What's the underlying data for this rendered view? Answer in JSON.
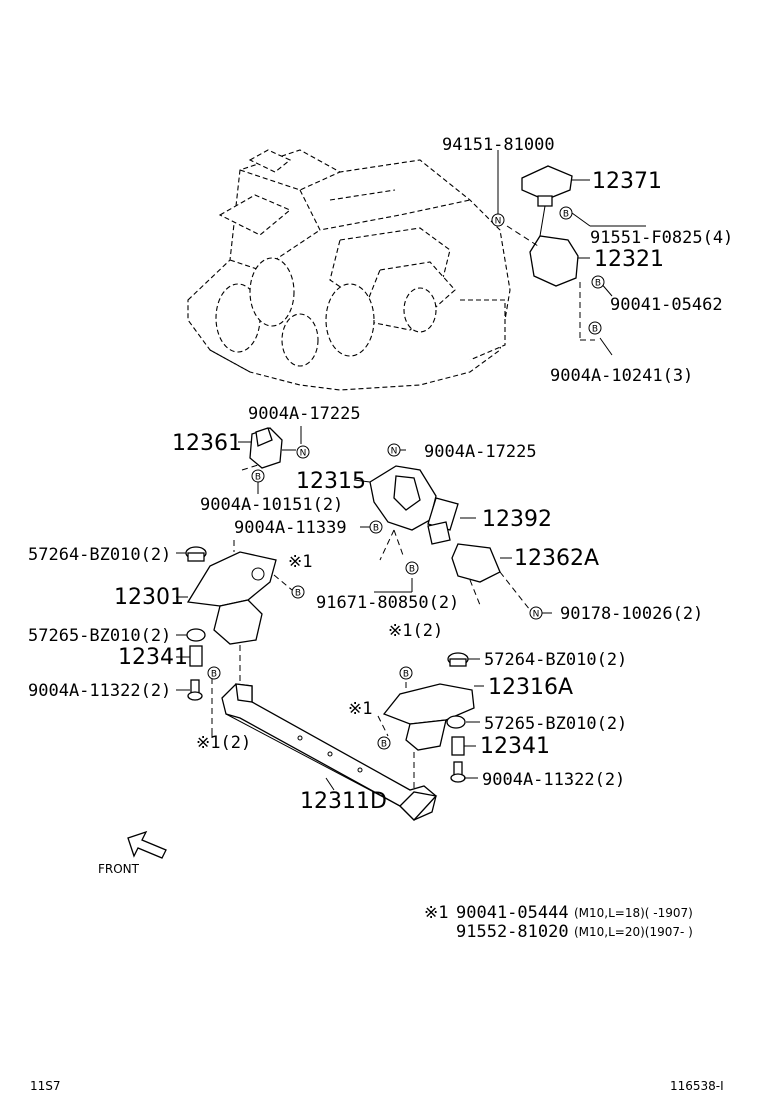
{
  "labels": {
    "p94151": "94151-81000",
    "p12371": "12371",
    "p91551": "91551-F0825(4)",
    "p12321": "12321",
    "p90041_462": "90041-05462",
    "p9004A_10241": "9004A-10241(3)",
    "p9004A_17225_a": "9004A-17225",
    "p12361": "12361",
    "p9004A_17225_b": "9004A-17225",
    "p12315": "12315",
    "p9004A_10151": "9004A-10151(2)",
    "p9004A_11339": "9004A-11339",
    "p12392": "12392",
    "p57264_a": "57264-BZ010(2)",
    "p12362A": "12362A",
    "ref1_a": "※1",
    "p12301": "12301",
    "p91671": "91671-80850(2)",
    "p90178": "90178-10026(2)",
    "p57265_a": "57265-BZ010(2)",
    "ref1_b": "※1(2)",
    "p12341_a": "12341",
    "p57264_b": "57264-BZ010(2)",
    "p9004A_11322_a": "9004A-11322(2)",
    "p12316A": "12316A",
    "ref1_c": "※1",
    "p57265_b": "57265-BZ010(2)",
    "ref1_d": "※1(2)",
    "p12341_b": "12341",
    "p9004A_11322_b": "9004A-11322(2)",
    "p12311D": "12311D",
    "front": "FRONT"
  },
  "circle_marks": {
    "n": "N",
    "b": "B"
  },
  "footnote": {
    "mark": "※1",
    "line1_part": "90041-05444",
    "line1_spec": "(M10,L=18)(     -1907)",
    "line2_part": "91552-81020",
    "line2_spec": "(M10,L=20)(1907-     )"
  },
  "corner": {
    "left": "11S7",
    "right": "116538-I"
  }
}
